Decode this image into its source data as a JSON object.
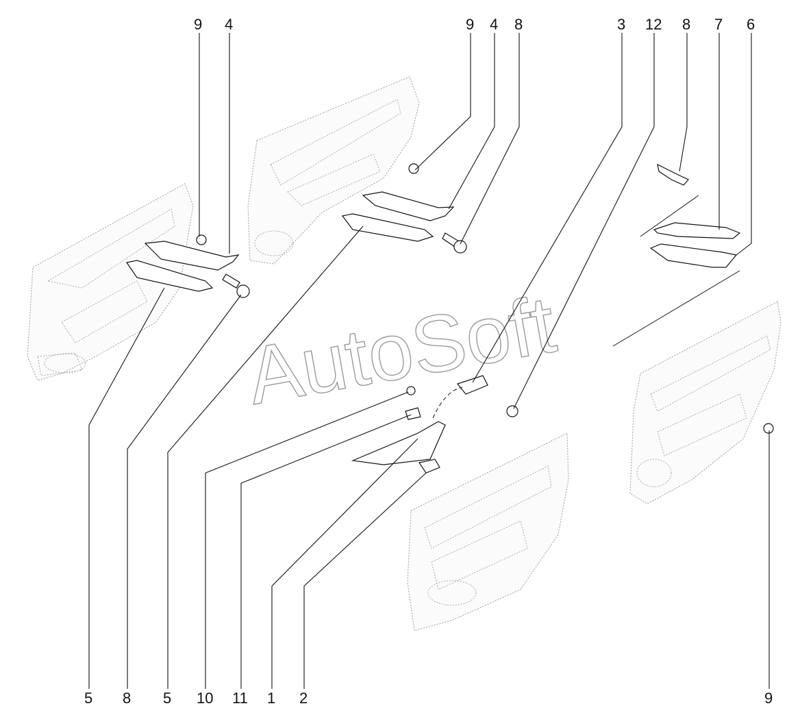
{
  "watermark": "AutoSoft",
  "callouts_top": [
    "9",
    "4",
    "9",
    "4",
    "8",
    "3",
    "12",
    "8",
    "7",
    "6"
  ],
  "callouts_bottom": [
    "5",
    "8",
    "5",
    "10",
    "11",
    "1",
    "2",
    "9"
  ],
  "parts": [
    "door-panel-left-rear",
    "door-panel-center-rear",
    "door-panel-front-lower",
    "door-panel-right",
    "armrest-handle",
    "armrest-trim-cover",
    "screw",
    "bolt",
    "handle-bracket",
    "handle-grip",
    "clip",
    "switch-block",
    "trim-plug",
    "fastener"
  ]
}
